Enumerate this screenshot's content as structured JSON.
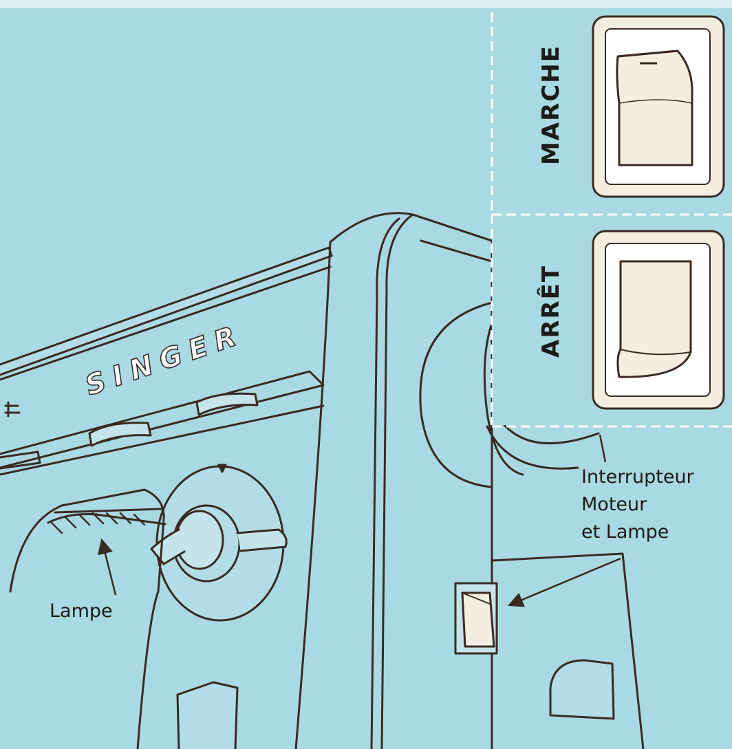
{
  "diagram": {
    "colors": {
      "background": "#a9d9e2",
      "line": "#3a2a22",
      "switch_face": "#f4ede2",
      "divider": "#ffffff"
    },
    "brand": "SINGER",
    "switch_states": {
      "on_label": "MARCHE",
      "off_label": "ARRÊT"
    },
    "callouts": {
      "switch": [
        "Interrupteur",
        "Moteur",
        "et Lampe"
      ],
      "lamp": "Lampe"
    }
  }
}
